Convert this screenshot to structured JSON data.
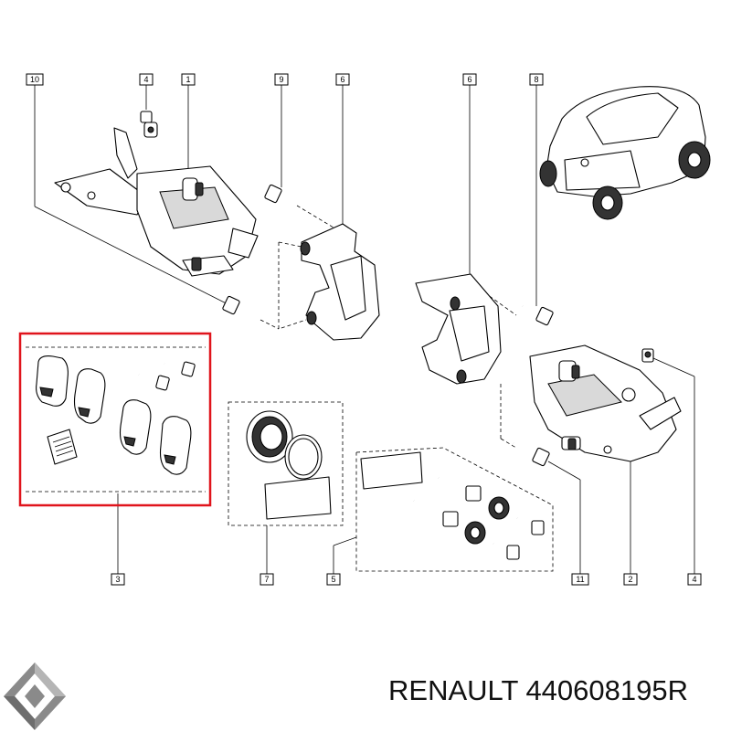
{
  "callouts": [
    {
      "id": "c10",
      "label": "10"
    },
    {
      "id": "c4a",
      "label": "4"
    },
    {
      "id": "c1",
      "label": "1"
    },
    {
      "id": "c9",
      "label": "9"
    },
    {
      "id": "c6a",
      "label": "6"
    },
    {
      "id": "c6b",
      "label": "6"
    },
    {
      "id": "c8",
      "label": "8"
    },
    {
      "id": "c3",
      "label": "3"
    },
    {
      "id": "c7",
      "label": "7"
    },
    {
      "id": "c5",
      "label": "5"
    },
    {
      "id": "c11",
      "label": "11"
    },
    {
      "id": "c2",
      "label": "2"
    },
    {
      "id": "c4b",
      "label": "4"
    }
  ],
  "caption": {
    "text": "RENAULT 440608195R"
  },
  "colors": {
    "highlight": "#e0141c",
    "line": "#000000",
    "logo": "#8a8a8a"
  },
  "icons": {
    "logo": "renault-logo-icon"
  }
}
